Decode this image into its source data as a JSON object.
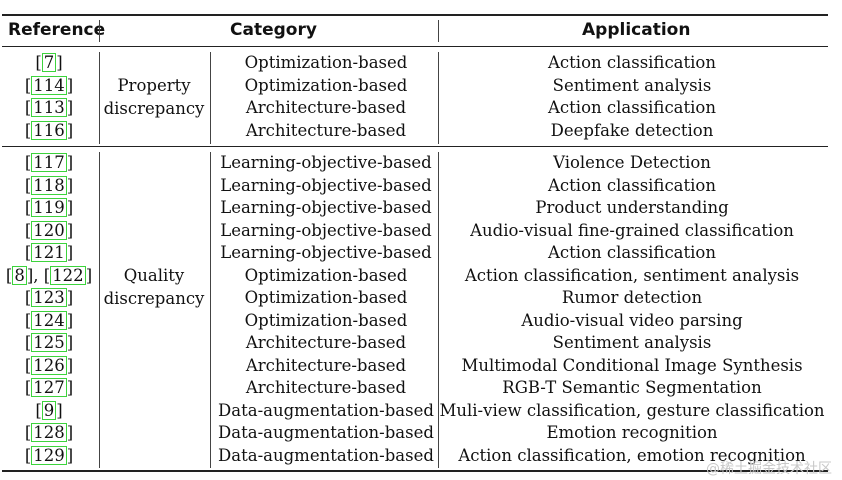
{
  "headers": {
    "reference": "Reference",
    "category": "Category",
    "application": "Application"
  },
  "groups": [
    {
      "name_line1": "Property",
      "name_line2": "discrepancy",
      "rows": [
        {
          "ref": "7",
          "category": "Optimization-based",
          "application": "Action classification"
        },
        {
          "ref": "114",
          "category": "Optimization-based",
          "application": "Sentiment analysis"
        },
        {
          "ref": "113",
          "category": "Architecture-based",
          "application": "Action classification"
        },
        {
          "ref": "116",
          "category": "Architecture-based",
          "application": "Deepfake detection"
        }
      ]
    },
    {
      "name_line1": "Quality",
      "name_line2": "discrepancy",
      "rows": [
        {
          "ref": "117",
          "category": "Learning-objective-based",
          "application": "Violence Detection"
        },
        {
          "ref": "118",
          "category": "Learning-objective-based",
          "application": "Action classification"
        },
        {
          "ref": "119",
          "category": "Learning-objective-based",
          "application": "Product understanding"
        },
        {
          "ref": "120",
          "category": "Learning-objective-based",
          "application": "Audio-visual fine-grained classification"
        },
        {
          "ref": "121",
          "category": "Learning-objective-based",
          "application": "Action classification"
        },
        {
          "ref": "8",
          "ref2": "122",
          "category": "Optimization-based",
          "application": "Action classification, sentiment analysis"
        },
        {
          "ref": "123",
          "category": "Optimization-based",
          "application": "Rumor detection"
        },
        {
          "ref": "124",
          "category": "Optimization-based",
          "application": "Audio-visual video parsing"
        },
        {
          "ref": "125",
          "category": "Architecture-based",
          "application": "Sentiment analysis"
        },
        {
          "ref": "126",
          "category": "Architecture-based",
          "application": "Multimodal Conditional Image Synthesis"
        },
        {
          "ref": "127",
          "category": "Architecture-based",
          "application": "RGB-T Semantic Segmentation"
        },
        {
          "ref": "9",
          "category": "Data-augmentation-based",
          "application": "Muli-view classification, gesture classification"
        },
        {
          "ref": "128",
          "category": "Data-augmentation-based",
          "application": "Emotion recognition"
        },
        {
          "ref": "129",
          "category": "Data-augmentation-based",
          "application": "Action classification, emotion recognition"
        }
      ]
    }
  ],
  "watermark": "@稀土掘金技术社区",
  "colors": {
    "citation_box": "#3cd33c",
    "rule": "#222222",
    "text": "#111111"
  }
}
